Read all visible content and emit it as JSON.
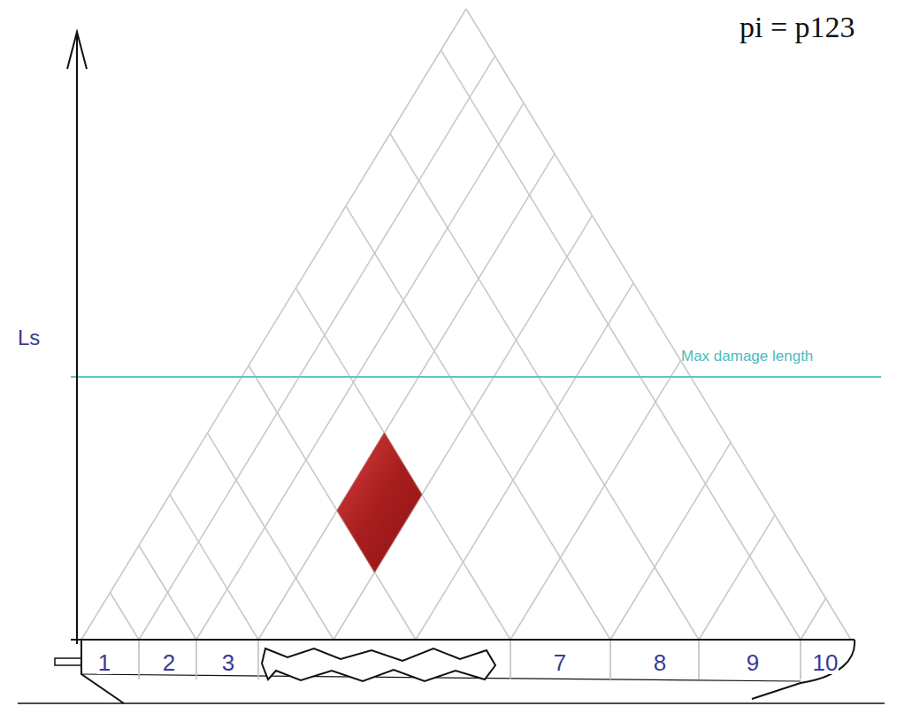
{
  "diagram": {
    "labels": [
      "pi = p123",
      "Ls",
      "Max damage length",
      "1",
      "2",
      "3",
      "7",
      "8",
      "9",
      "10"
    ]
  }
}
